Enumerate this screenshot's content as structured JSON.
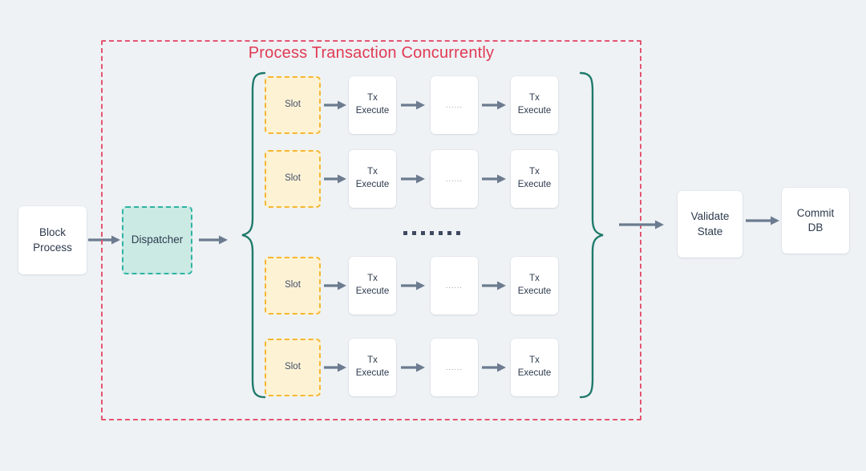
{
  "diagram": {
    "title": "Process Transaction Concurrently",
    "title_color": "#e03a54",
    "background_color": "#eef2f5",
    "region_border_color": "#e2566f",
    "brace_color": "#1f7a6b",
    "arrow_color": "#6c7b8f",
    "slot_fill": "#fdf2d4",
    "slot_border": "#f5b731",
    "dispatcher_fill": "#cbeae4",
    "dispatcher_border": "#2fb3a3",
    "box_fill": "#ffffff",
    "text_color": "#2d3a4d"
  },
  "nodes": {
    "block_process": "Block\nProcess",
    "dispatcher": "Dispatcher",
    "validate_state": "Validate\nState",
    "commit_db": "Commit\nDB"
  },
  "pipeline": {
    "slot_label": "Slot",
    "tx_label": "Tx\nExecute",
    "ellipsis_label": "......",
    "rows": [
      {
        "slot": "Slot",
        "steps": [
          "Tx\nExecute",
          "......",
          "Tx\nExecute"
        ]
      },
      {
        "slot": "Slot",
        "steps": [
          "Tx\nExecute",
          "......",
          "Tx\nExecute"
        ]
      },
      {
        "slot": "Slot",
        "steps": [
          "Tx\nExecute",
          "......",
          "Tx\nExecute"
        ]
      },
      {
        "slot": "Slot",
        "steps": [
          "Tx\nExecute",
          "......",
          "Tx\nExecute"
        ]
      }
    ],
    "row_tops": [
      95,
      187,
      320,
      422
    ],
    "group_separator_dots": 7
  }
}
